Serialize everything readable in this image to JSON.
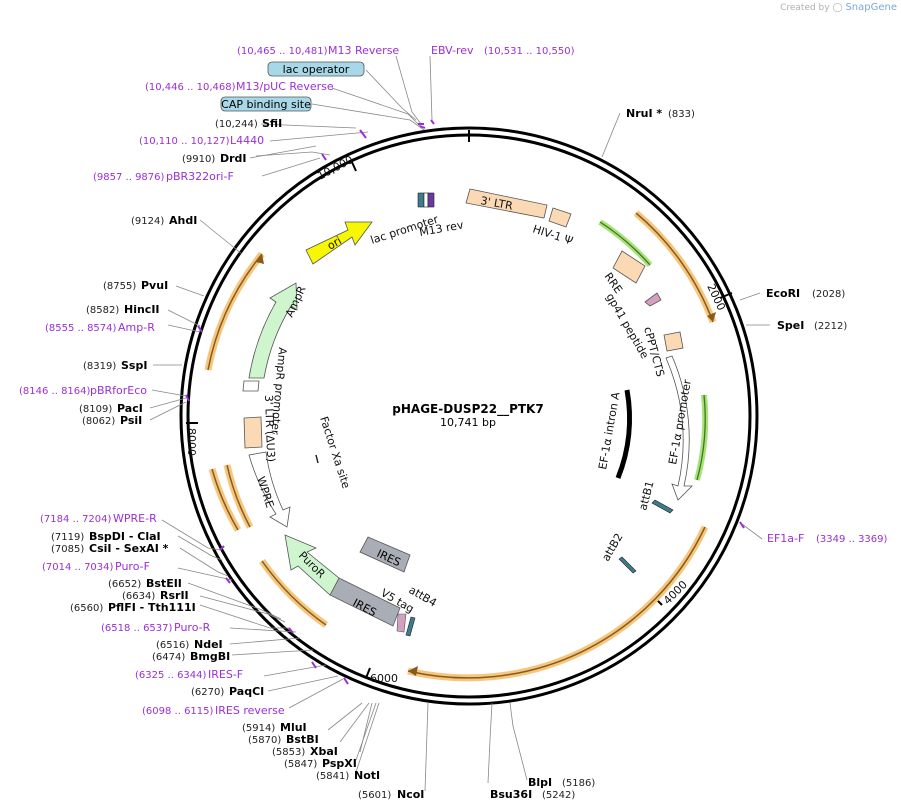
{
  "credit": {
    "prefix": "Created by",
    "brand": "SnapGene"
  },
  "plasmid": {
    "name": "pHAGE-DUSP22__PTK7",
    "length": "10,741 bp"
  },
  "ticks": [
    "10,000",
    "2000",
    "4000",
    "6000",
    "8000"
  ],
  "enzymes": [
    {
      "name": "NruI *",
      "pos": "(833)"
    },
    {
      "name": "EcoRI",
      "pos": "(2028)"
    },
    {
      "name": "SpeI",
      "pos": "(2212)"
    },
    {
      "name": "BlpI",
      "pos": "(5186)"
    },
    {
      "name": "Bsu36I",
      "pos": "(5242)"
    },
    {
      "name": "NcoI",
      "pos": "(5601)"
    },
    {
      "name": "NotI",
      "pos": "(5841)"
    },
    {
      "name": "PspXI",
      "pos": "(5847)"
    },
    {
      "name": "XbaI",
      "pos": "(5853)"
    },
    {
      "name": "BstBI",
      "pos": "(5870)"
    },
    {
      "name": "MluI",
      "pos": "(5914)"
    },
    {
      "name": "PaqCI",
      "pos": "(6270)"
    },
    {
      "name": "BmgBI",
      "pos": "(6474)"
    },
    {
      "name": "NdeI",
      "pos": "(6516)"
    },
    {
      "name": "PflFI  - Tth111I",
      "pos": "(6560)"
    },
    {
      "name": "RsrII",
      "pos": "(6634)"
    },
    {
      "name": "BstEII",
      "pos": "(6652)"
    },
    {
      "name": "CsiI  - SexAI *",
      "pos": "(7085)"
    },
    {
      "name": "BspDI  - ClaI",
      "pos": "(7119)"
    },
    {
      "name": "PsiI",
      "pos": "(8062)"
    },
    {
      "name": "PacI",
      "pos": "(8109)"
    },
    {
      "name": "SspI",
      "pos": "(8319)"
    },
    {
      "name": "HincII",
      "pos": "(8582)"
    },
    {
      "name": "PvuI",
      "pos": "(8755)"
    },
    {
      "name": "AhdI",
      "pos": "(9124)"
    },
    {
      "name": "DrdI",
      "pos": "(9910)"
    },
    {
      "name": "SfiI",
      "pos": "(10,244)"
    }
  ],
  "primers": [
    {
      "name": "M13 Reverse",
      "pos": "(10,465 .. 10,481)"
    },
    {
      "name": "EBV-rev",
      "pos": "(10,531 .. 10,550)"
    },
    {
      "name": "M13/pUC Reverse",
      "pos": "(10,446 .. 10,468)"
    },
    {
      "name": "L4440",
      "pos": "(10,110 .. 10,127)"
    },
    {
      "name": "pBR322ori-F",
      "pos": "(9857 .. 9876)"
    },
    {
      "name": "Amp-R",
      "pos": "(8555 .. 8574)"
    },
    {
      "name": "pBRforEco",
      "pos": "(8146 .. 8164)"
    },
    {
      "name": "WPRE-R",
      "pos": "(7184 .. 7204)"
    },
    {
      "name": "Puro-F",
      "pos": "(7014 .. 7034)"
    },
    {
      "name": "Puro-R",
      "pos": "(6518 .. 6537)"
    },
    {
      "name": "IRES-F",
      "pos": "(6325 .. 6344)"
    },
    {
      "name": "IRES reverse",
      "pos": "(6098 .. 6115)"
    },
    {
      "name": "EF1a-F",
      "pos": "(3349 .. 3369)"
    }
  ],
  "boxed_features": [
    "lac operator",
    "CAP binding site"
  ],
  "features": {
    "ltr3": "3' LTR",
    "hiv": "HIV-1 Ψ",
    "rre": "RRE",
    "gp41": "gp41 peptide",
    "cppt": "cPPT/CTS",
    "ef1a_intron": "EF-1α intron A",
    "ef1a_prom": "EF-1α promoter",
    "attb1": "attB1",
    "attb2": "attB2",
    "attb4": "attB4",
    "v5": "V5 tag",
    "ires1": "IRES",
    "ires2": "IRES",
    "puror": "PuroR",
    "wpre": "WPRE",
    "ltr3du3": "3' LTR (ΔU3)",
    "ampr_prom": "AmpR promoter",
    "ampr": "AmpR",
    "ori": "ori",
    "lacprom": "lac promoter",
    "m13rev": "M13 rev",
    "factorxa": "Factor Xa site"
  },
  "colors": {
    "enzyme": "#000000",
    "primer": "#9a2fd6",
    "orf_glow": "#f5c77e",
    "orf_arrow": "#8a5a1a",
    "promoter_glow": "#a8e07a",
    "ltr": "#fbd9b5",
    "ori": "#f7f700",
    "ampr": "#cff5cf",
    "ires": "#a9adb5",
    "boxed": "#a8d8e8"
  }
}
